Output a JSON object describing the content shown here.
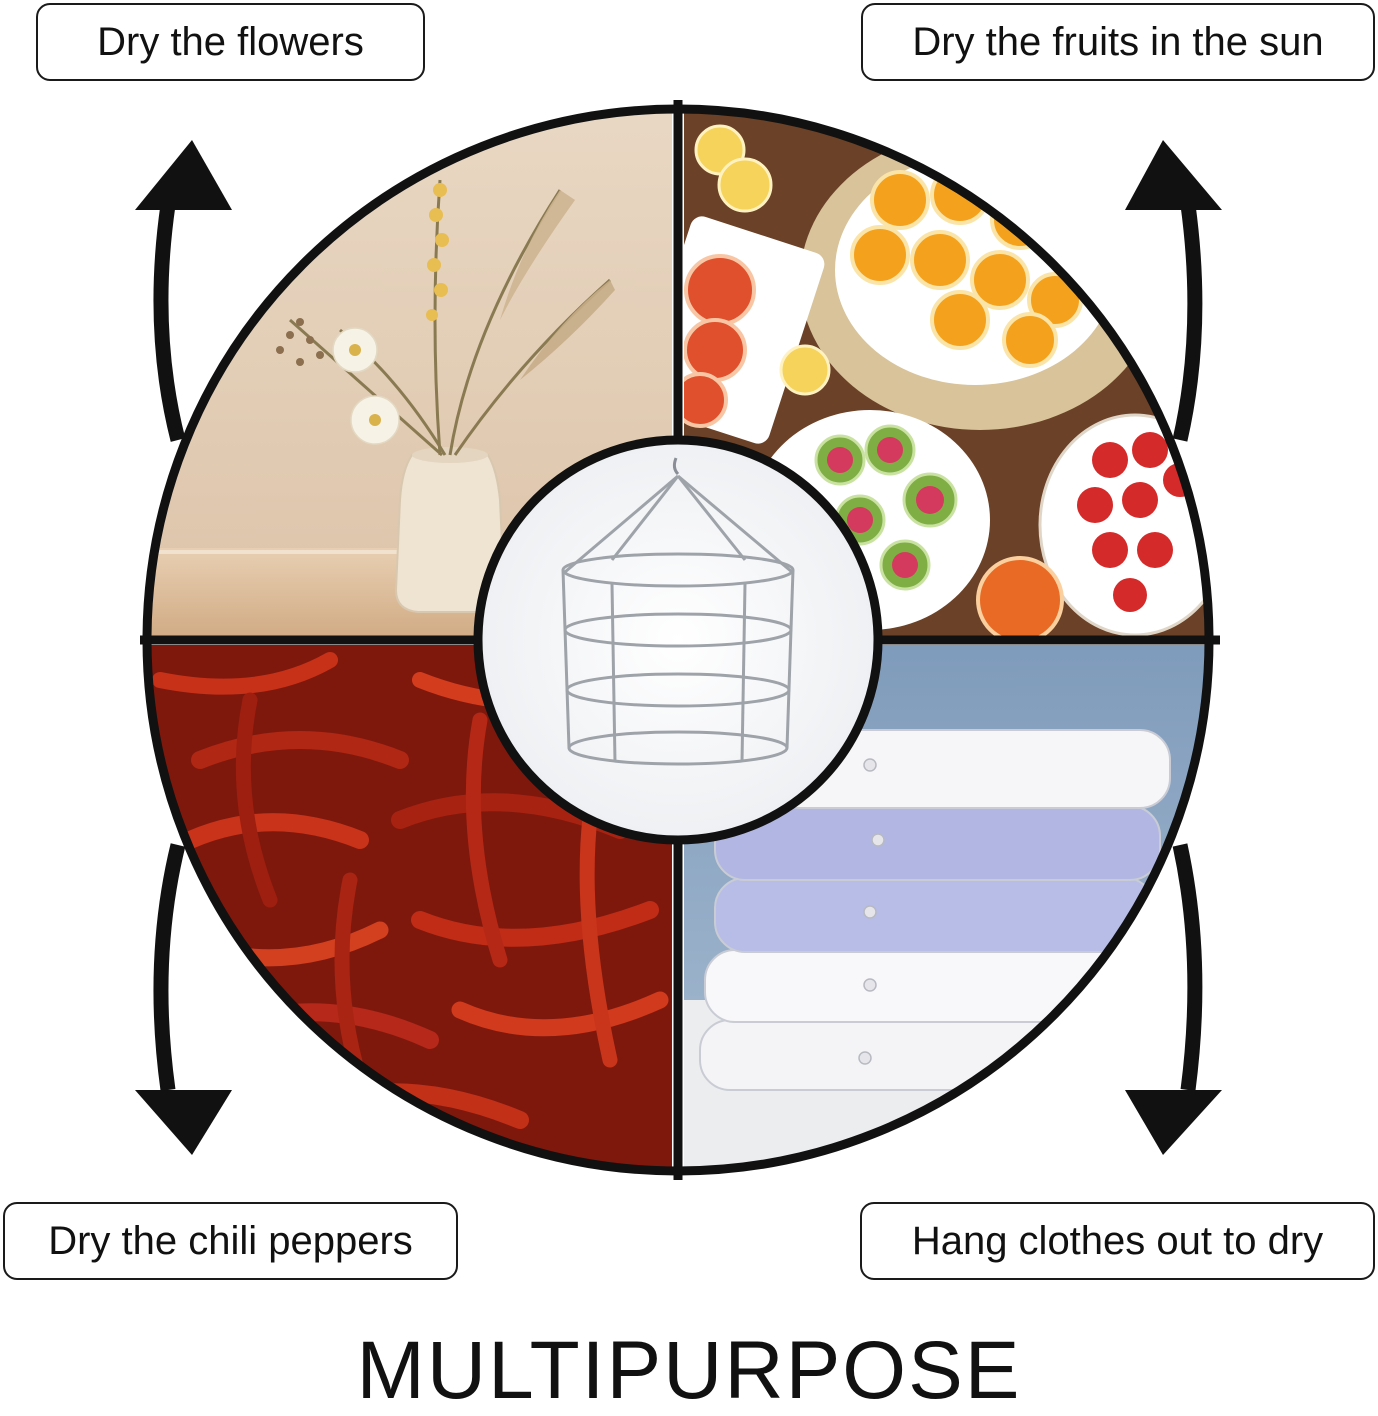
{
  "labels": {
    "top_left": "Dry the flowers",
    "top_right": "Dry the fruits in the sun",
    "bottom_left": "Dry the chili peppers",
    "bottom_right": "Hang clothes out to dry"
  },
  "footer": {
    "title": "MULTIPURPOSE"
  },
  "colors": {
    "outline": "#111111",
    "flowers_bg": "#e6d2bb",
    "fruits_bg": "#6b4127",
    "chili_bg": "#8e1d10",
    "clothes_bg": "#8aa3c0"
  },
  "icons": [
    "arrow-up-left-icon",
    "arrow-up-right-icon",
    "arrow-down-left-icon",
    "arrow-down-right-icon"
  ]
}
